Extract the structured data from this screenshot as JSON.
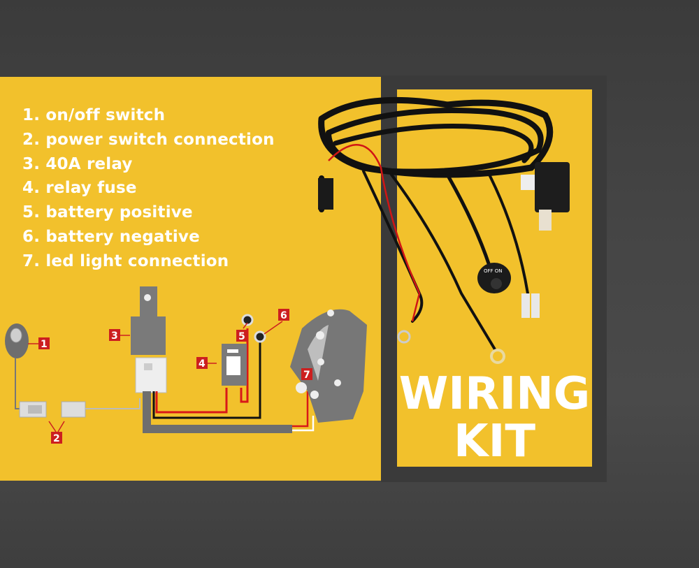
{
  "features": [
    "1. on/off switch",
    "2. power switch connection",
    "3. 40A relay",
    "4. relay fuse",
    "5. battery positive",
    "6. battery negative",
    "7. led light connection"
  ],
  "diagram_labels": [
    "1",
    "2",
    "3",
    "4",
    "5",
    "6",
    "7"
  ],
  "title": {
    "line1": "WIRING",
    "line2": "KIT"
  },
  "switch_label": "OFF ON",
  "colors": {
    "yellow": "#f2c12c",
    "label_red": "#cc1f1f",
    "wire_red": "#d81818"
  }
}
